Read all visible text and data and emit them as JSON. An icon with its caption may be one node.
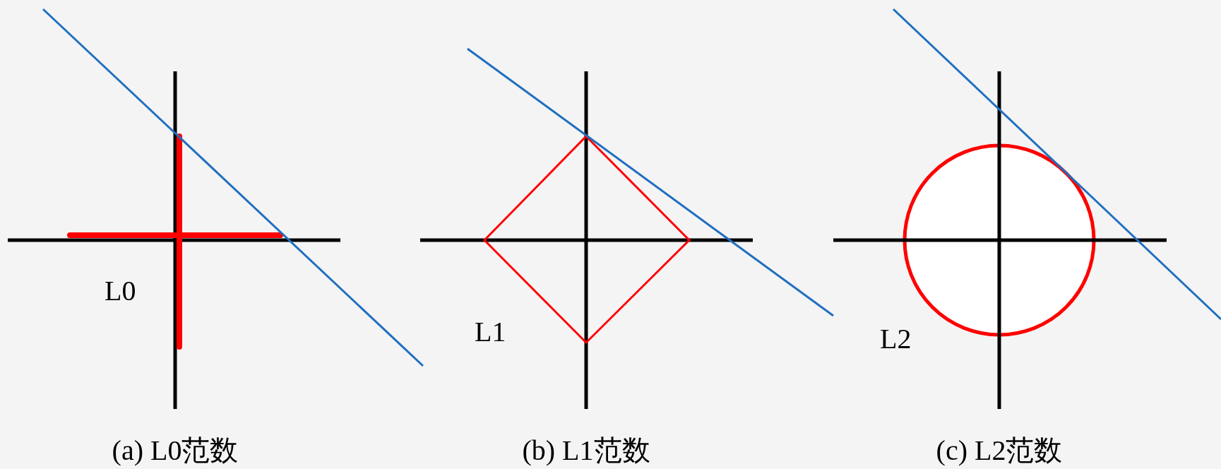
{
  "diagram": {
    "labels": [
      "L0",
      "L1",
      "L2",
      "(a) L0范数",
      "(b) L1范数",
      "(c) L2范数"
    ]
  }
}
